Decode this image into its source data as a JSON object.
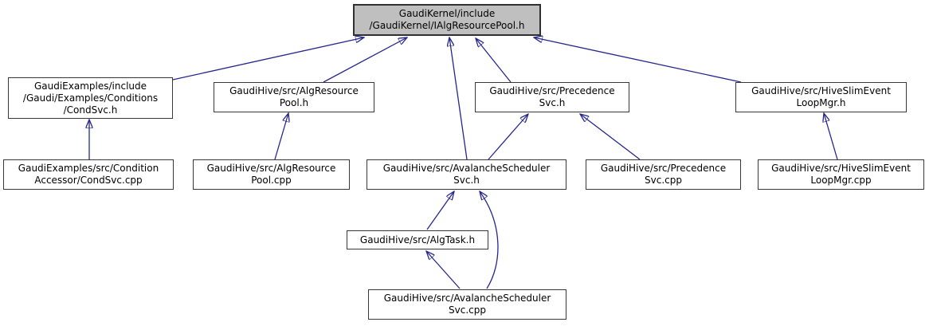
{
  "diagram": {
    "kind": "include-dependency-graph",
    "colors": {
      "background": "#ffffff",
      "node_fill": "#ffffff",
      "node_border": "#373737",
      "highlight_node_fill": "#bfbfbf",
      "edge": "#26268f",
      "text": "#000000"
    }
  },
  "nodes": [
    {
      "id": "ialgresourcepool-h",
      "highlighted": true,
      "lines": [
        "GaudiKernel/include",
        "/GaudiKernel/IAlgResourcePool.h"
      ]
    },
    {
      "id": "condsvc-h",
      "highlighted": false,
      "lines": [
        "GaudiExamples/include",
        "/Gaudi/Examples/Conditions",
        "/CondSvc.h"
      ]
    },
    {
      "id": "algresourcepool-h",
      "highlighted": false,
      "lines": [
        "GaudiHive/src/AlgResource",
        "Pool.h"
      ]
    },
    {
      "id": "precedencesvc-h",
      "highlighted": false,
      "lines": [
        "GaudiHive/src/Precedence",
        "Svc.h"
      ]
    },
    {
      "id": "hiveslimeventloopmgr-h",
      "highlighted": false,
      "lines": [
        "GaudiHive/src/HiveSlimEvent",
        "LoopMgr.h"
      ]
    },
    {
      "id": "condsvc-cpp",
      "highlighted": false,
      "lines": [
        "GaudiExamples/src/Condition",
        "Accessor/CondSvc.cpp"
      ]
    },
    {
      "id": "algresourcepool-cpp",
      "highlighted": false,
      "lines": [
        "GaudiHive/src/AlgResource",
        "Pool.cpp"
      ]
    },
    {
      "id": "avalancheschedulersvc-h",
      "highlighted": false,
      "lines": [
        "GaudiHive/src/AvalancheScheduler",
        "Svc.h"
      ]
    },
    {
      "id": "precedencesvc-cpp",
      "highlighted": false,
      "lines": [
        "GaudiHive/src/Precedence",
        "Svc.cpp"
      ]
    },
    {
      "id": "hiveslimeventloopmgr-cpp",
      "highlighted": false,
      "lines": [
        "GaudiHive/src/HiveSlimEvent",
        "LoopMgr.cpp"
      ]
    },
    {
      "id": "algtask-h",
      "highlighted": false,
      "lines": [
        "GaudiHive/src/AlgTask.h"
      ]
    },
    {
      "id": "avalancheschedulersvc-cpp",
      "highlighted": false,
      "lines": [
        "GaudiHive/src/AvalancheScheduler",
        "Svc.cpp"
      ]
    }
  ],
  "edges": [
    {
      "from": "condsvc-h",
      "to": "ialgresourcepool-h"
    },
    {
      "from": "algresourcepool-h",
      "to": "ialgresourcepool-h"
    },
    {
      "from": "avalancheschedulersvc-h",
      "to": "ialgresourcepool-h"
    },
    {
      "from": "precedencesvc-h",
      "to": "ialgresourcepool-h"
    },
    {
      "from": "hiveslimeventloopmgr-h",
      "to": "ialgresourcepool-h"
    },
    {
      "from": "condsvc-cpp",
      "to": "condsvc-h"
    },
    {
      "from": "algresourcepool-cpp",
      "to": "algresourcepool-h"
    },
    {
      "from": "avalancheschedulersvc-h",
      "to": "precedencesvc-h"
    },
    {
      "from": "precedencesvc-cpp",
      "to": "precedencesvc-h"
    },
    {
      "from": "hiveslimeventloopmgr-cpp",
      "to": "hiveslimeventloopmgr-h"
    },
    {
      "from": "algtask-h",
      "to": "avalancheschedulersvc-h"
    },
    {
      "from": "avalancheschedulersvc-cpp",
      "to": "algtask-h"
    },
    {
      "from": "avalancheschedulersvc-cpp",
      "to": "avalancheschedulersvc-h"
    }
  ]
}
